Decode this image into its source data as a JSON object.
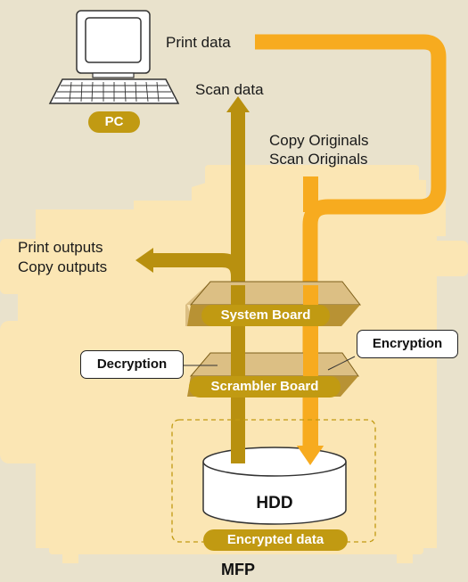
{
  "labels": {
    "print_data": "Print data",
    "scan_data": "Scan data",
    "copy_originals": "Copy Originals",
    "scan_originals": "Scan Originals",
    "print_outputs": "Print outputs",
    "copy_outputs": "Copy outputs",
    "pc": "PC",
    "system_board": "System Board",
    "scrambler_board": "Scrambler Board",
    "decryption": "Decryption",
    "encryption": "Encryption",
    "hdd": "HDD",
    "encrypted_data": "Encrypted data",
    "mfp": "MFP"
  },
  "colors": {
    "background": "#e9e2cc",
    "mfp_silhouette": "#fbe6b4",
    "dark_arrow": "#b8900f",
    "light_arrow": "#f7ab1f",
    "board": "#dcbf84",
    "pill": "#c19a12"
  },
  "icons": {
    "pc": "computer-icon",
    "hdd": "disk-cylinder-icon"
  }
}
